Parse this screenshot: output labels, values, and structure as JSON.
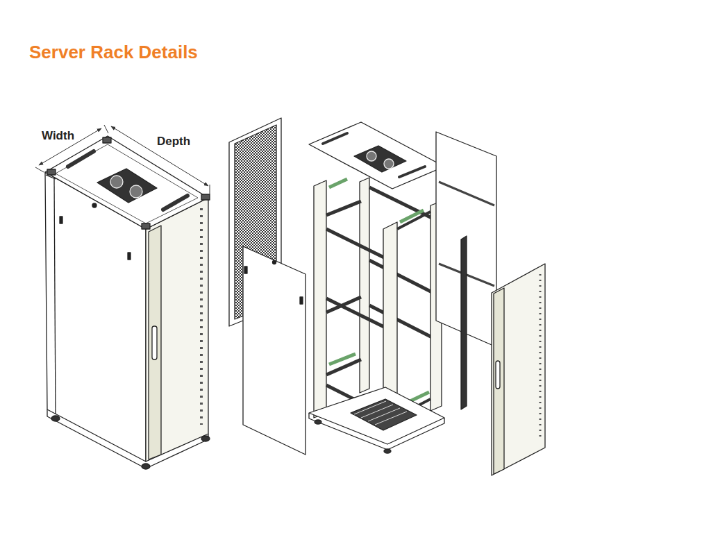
{
  "diagram": {
    "title": "Server Rack Details",
    "labels": [
      "Width",
      "Depth"
    ]
  }
}
